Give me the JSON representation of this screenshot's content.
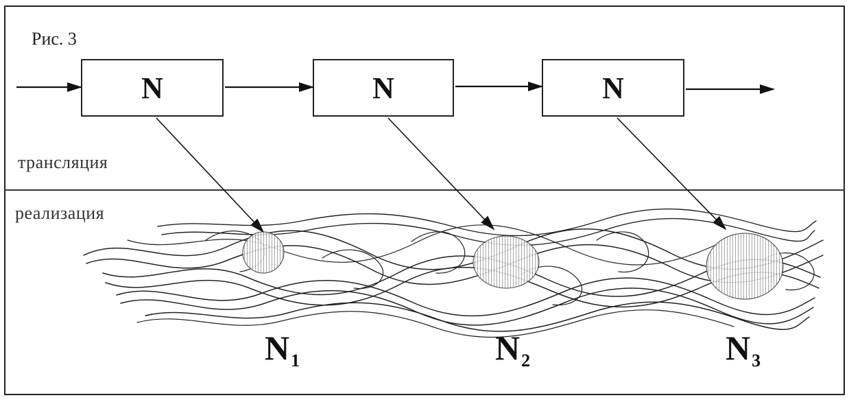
{
  "figure": {
    "caption": "Рис. 3",
    "zones": {
      "top": "трансляция",
      "bottom": "реализация"
    },
    "blocks": [
      {
        "label": "N"
      },
      {
        "label": "N"
      },
      {
        "label": "N"
      }
    ],
    "outputs": [
      {
        "label": "N",
        "subscript": "1"
      },
      {
        "label": "N",
        "subscript": "2"
      },
      {
        "label": "N",
        "subscript": "3"
      }
    ]
  }
}
